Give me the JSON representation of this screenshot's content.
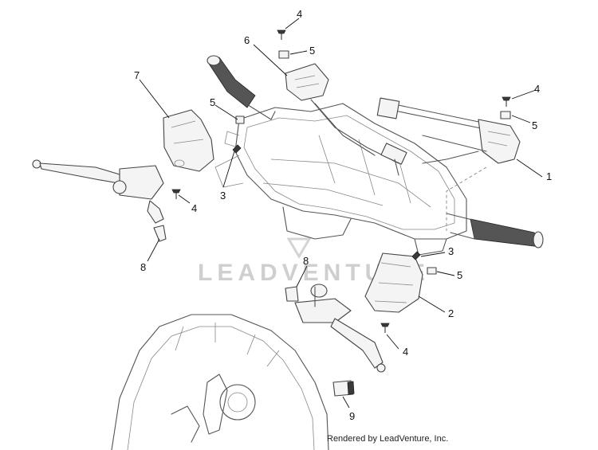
{
  "callouts": {
    "c1": "1",
    "c2": "2",
    "c3a": "3",
    "c3b": "3",
    "c4a": "4",
    "c4b": "4",
    "c4c": "4",
    "c4d": "4",
    "c5a": "5",
    "c5b": "5",
    "c5c": "5",
    "c5d": "5",
    "c6": "6",
    "c7": "7",
    "c8a": "8",
    "c8b": "8",
    "c9": "9"
  },
  "watermark": "LEADVENTURE",
  "footer": "Rendered by LeadVenture, Inc."
}
